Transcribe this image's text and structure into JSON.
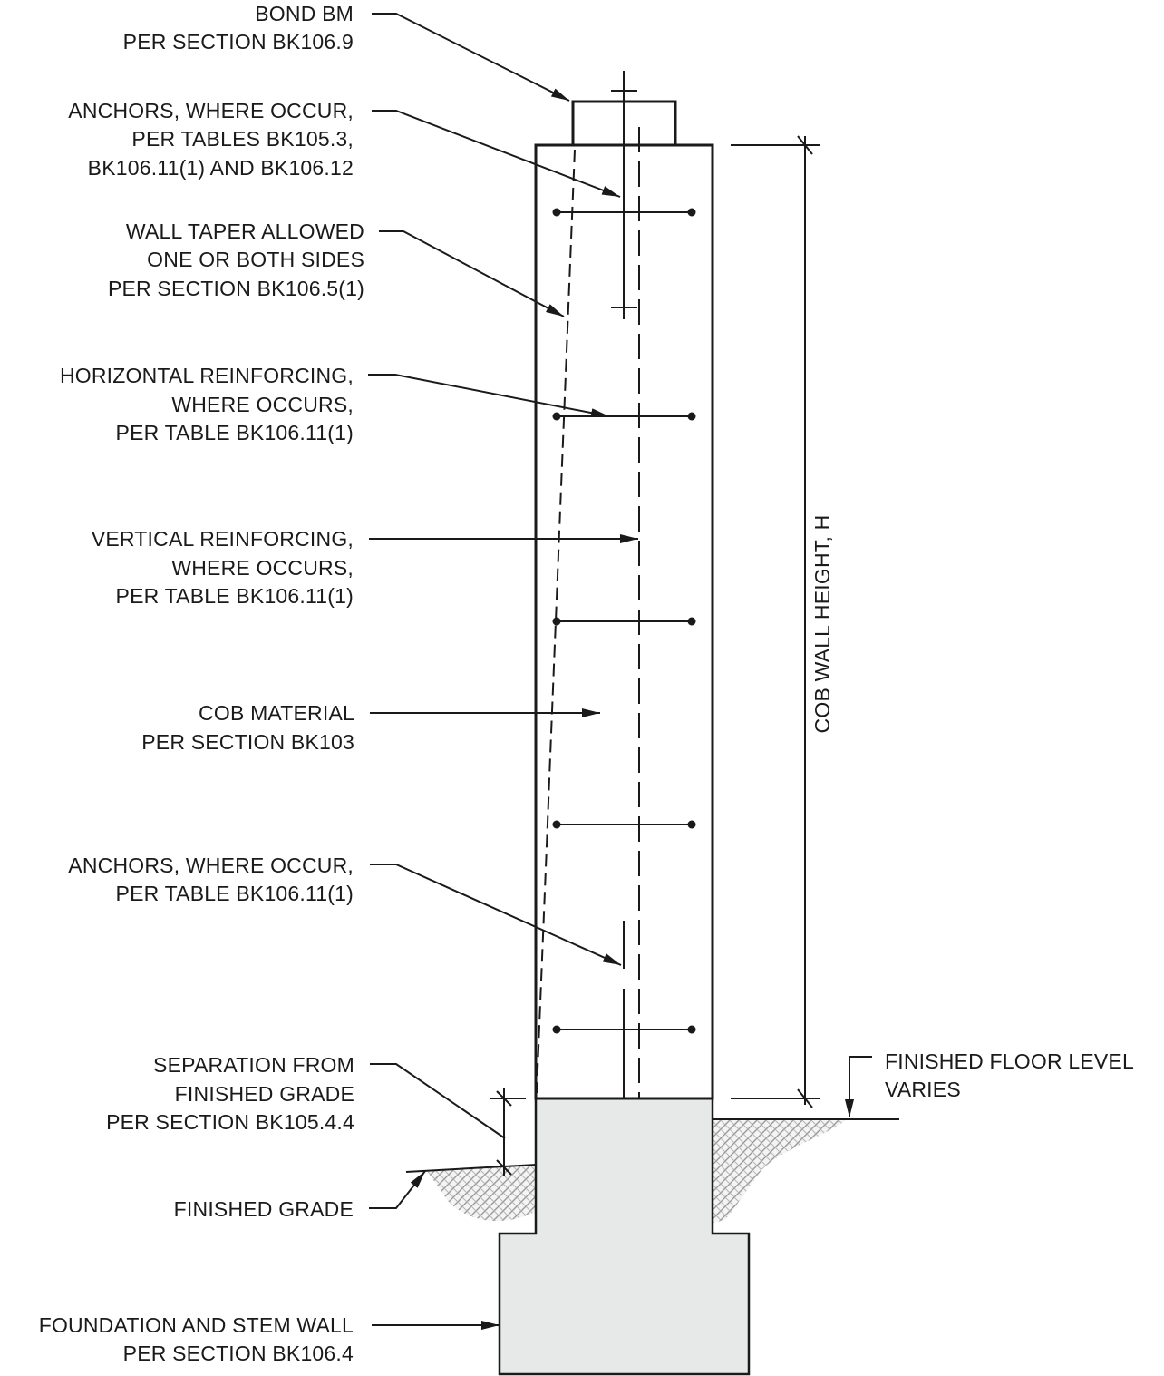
{
  "labels": {
    "bond_beam": [
      "BOND BM",
      "PER SECTION BK106.9"
    ],
    "anchors_top": [
      "ANCHORS, WHERE OCCUR,",
      "PER TABLES BK105.3,",
      "BK106.11(1) AND BK106.12"
    ],
    "wall_taper": [
      "WALL TAPER ALLOWED",
      "ONE OR BOTH SIDES",
      "PER SECTION BK106.5(1)"
    ],
    "horizontal_reinforcing": [
      "HORIZONTAL REINFORCING,",
      "WHERE OCCURS,",
      "PER TABLE BK106.11(1)"
    ],
    "vertical_reinforcing": [
      "VERTICAL REINFORCING,",
      "WHERE OCCURS,",
      "PER TABLE BK106.11(1)"
    ],
    "cob_material": [
      "COB MATERIAL",
      "PER SECTION BK103"
    ],
    "anchors_bottom": [
      "ANCHORS, WHERE OCCUR,",
      "PER TABLE BK106.11(1)"
    ],
    "separation": [
      "SEPARATION FROM",
      "FINISHED GRADE",
      "PER SECTION BK105.4.4"
    ],
    "finished_grade": [
      "FINISHED GRADE"
    ],
    "foundation": [
      "FOUNDATION AND STEM WALL",
      "PER SECTION BK106.4"
    ],
    "finished_floor": [
      "FINISHED FLOOR LEVEL",
      "VARIES"
    ],
    "wall_height": "COB WALL HEIGHT, H"
  }
}
